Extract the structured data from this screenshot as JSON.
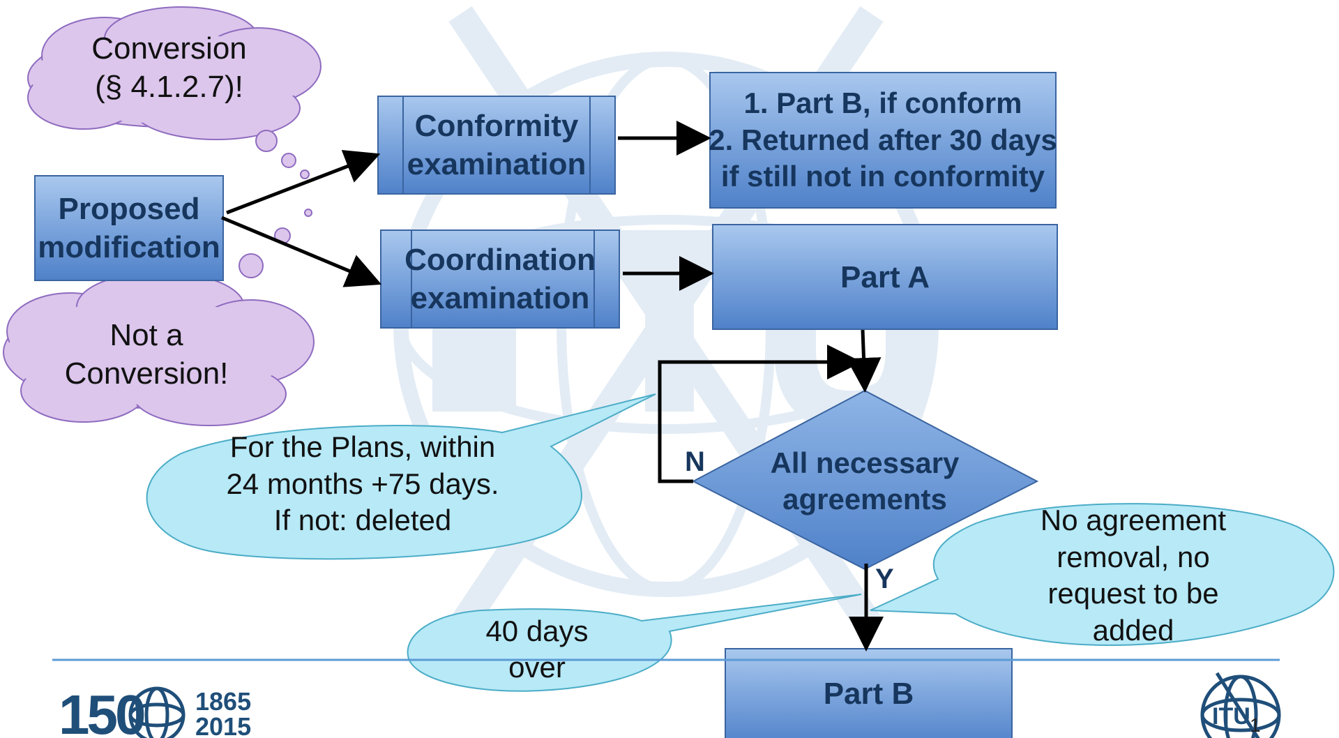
{
  "boxes": {
    "proposed": [
      "Proposed",
      "modification"
    ],
    "conformity": [
      "Conformity",
      "examination"
    ],
    "coordination": [
      "Coordination",
      "examination"
    ],
    "conformity_result": [
      "1. Part B, if conform",
      "2. Returned after 30 days",
      "if still not in conformity"
    ],
    "part_a": "Part A",
    "decision": [
      "All necessary",
      "agreements"
    ],
    "part_b": "Part B"
  },
  "branch_labels": {
    "no": "N",
    "yes": "Y"
  },
  "clouds": {
    "conversion": [
      "Conversion",
      "(§ 4.1.2.7)!"
    ],
    "not_conversion": [
      "Not a",
      "Conversion!"
    ]
  },
  "callouts": {
    "plans": [
      "For the Plans, within",
      "24 months +75 days.",
      "If not: deleted"
    ],
    "days40": [
      "40 days",
      "over"
    ],
    "no_agreement": [
      "No agreement",
      "removal, no",
      "request to be",
      "added"
    ]
  },
  "logo": {
    "left_number": "150",
    "left_years": [
      "1865",
      "2015"
    ],
    "emblem": "ITU"
  },
  "slide_number": "1",
  "colors": {
    "box_top": "#8db4e2",
    "box_bottom": "#4f81bd",
    "cloud": "#dcc6ec",
    "callout": "#b7e9f7",
    "rule": "#5b9bd5"
  }
}
